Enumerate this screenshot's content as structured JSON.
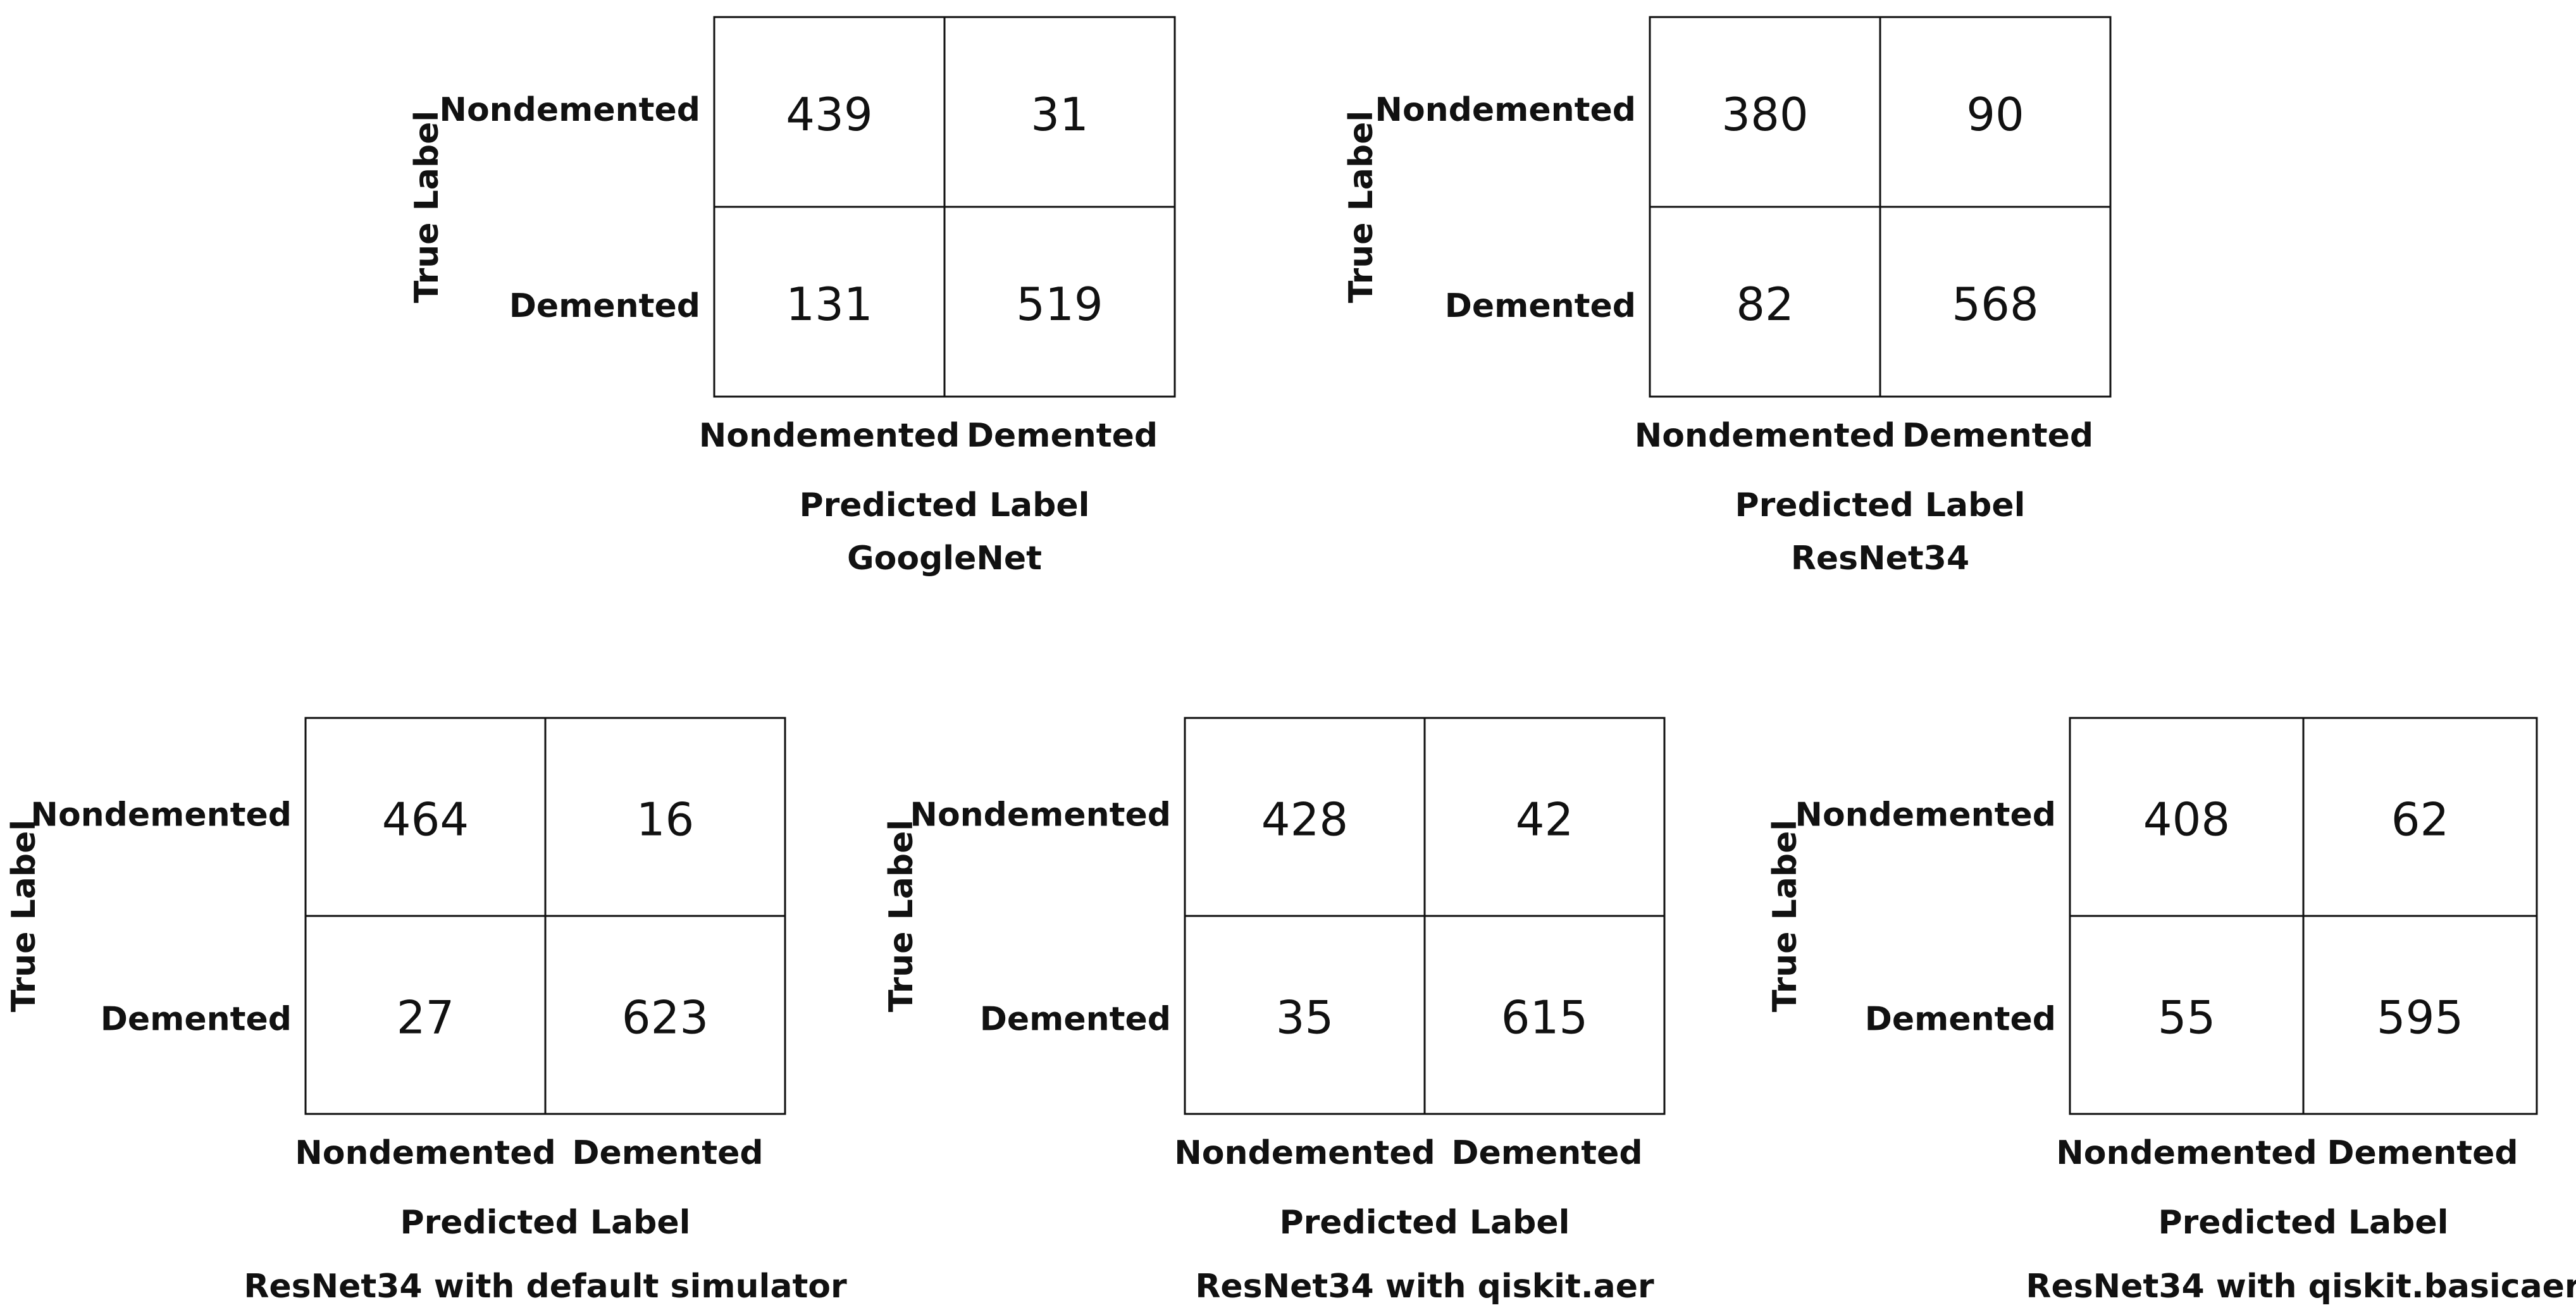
{
  "chart_data": [
    {
      "type": "heatmap",
      "title": "GoogleNet",
      "xlabel": "Predicted Label",
      "ylabel": "True Label",
      "x_categories": [
        "Nondemented",
        "Demented"
      ],
      "y_categories": [
        "Nondemented",
        "Demented"
      ],
      "values": [
        [
          439,
          31
        ],
        [
          131,
          519
        ]
      ]
    },
    {
      "type": "heatmap",
      "title": "ResNet34",
      "xlabel": "Predicted Label",
      "ylabel": "True Label",
      "x_categories": [
        "Nondemented",
        "Demented"
      ],
      "y_categories": [
        "Nondemented",
        "Demented"
      ],
      "values": [
        [
          380,
          90
        ],
        [
          82,
          568
        ]
      ]
    },
    {
      "type": "heatmap",
      "title": "ResNet34 with default simulator",
      "xlabel": "Predicted Label",
      "ylabel": "True Label",
      "x_categories": [
        "Nondemented",
        "Demented"
      ],
      "y_categories": [
        "Nondemented",
        "Demented"
      ],
      "values": [
        [
          464,
          16
        ],
        [
          27,
          623
        ]
      ]
    },
    {
      "type": "heatmap",
      "title": "ResNet34 with qiskit.aer",
      "xlabel": "Predicted Label",
      "ylabel": "True Label",
      "x_categories": [
        "Nondemented",
        "Demented"
      ],
      "y_categories": [
        "Nondemented",
        "Demented"
      ],
      "values": [
        [
          428,
          42
        ],
        [
          35,
          615
        ]
      ]
    },
    {
      "type": "heatmap",
      "title": "ResNet34 with qiskit.basicaer",
      "xlabel": "Predicted Label",
      "ylabel": "True Label",
      "x_categories": [
        "Nondemented",
        "Demented"
      ],
      "y_categories": [
        "Nondemented",
        "Demented"
      ],
      "values": [
        [
          408,
          62
        ],
        [
          55,
          595
        ]
      ]
    }
  ]
}
